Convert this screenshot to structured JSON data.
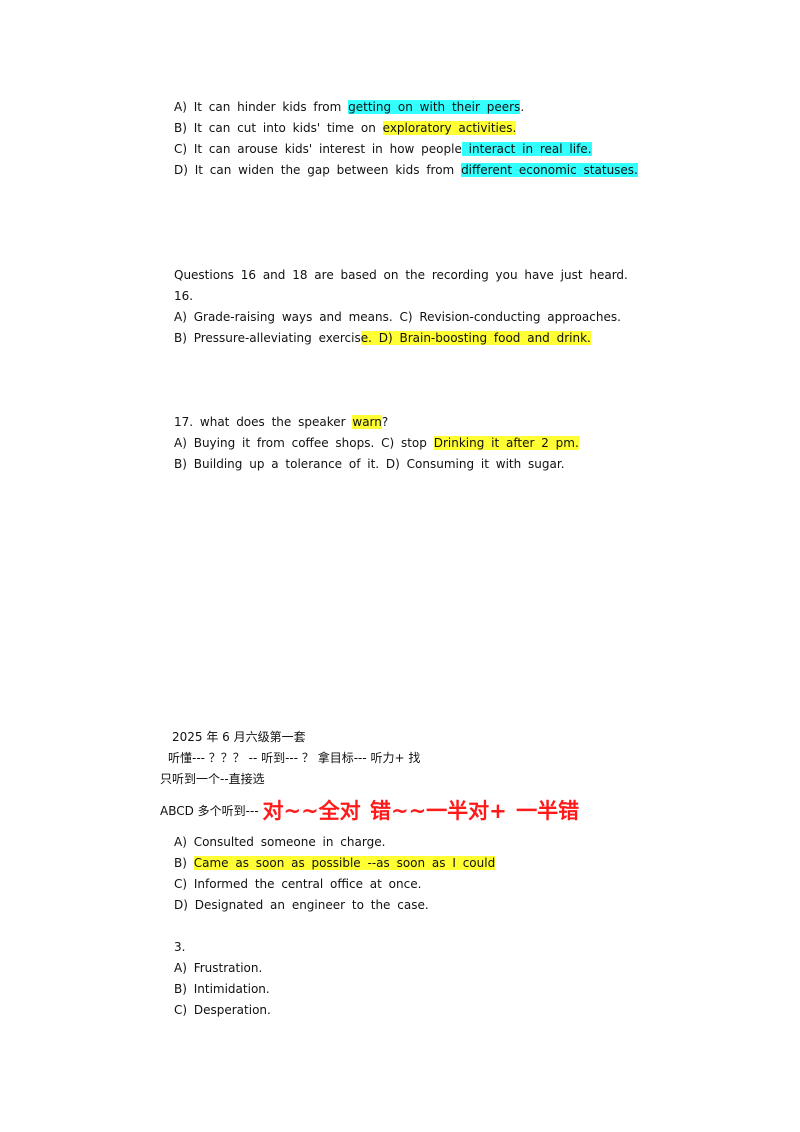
{
  "q_prev": {
    "a_pre": "A)  It  can  hinder  kids  from ",
    "a_hl": "getting  on  with  their  peers",
    "a_post": ".",
    "b_pre": "B)  It  can  cut  into  kids'  time  on ",
    "b_hl": "exploratory  activities.",
    "c_pre": "C)  It  can  arouse  kids'  interest  in  how  people",
    "c_hl": "  interact  in  real  life.",
    "d_pre": "D)  It  can  widen  the  gap  between  kids  from ",
    "d_hl": "different  economic  statuses."
  },
  "q16": {
    "intro": "Questions  16  and  18  are  based  on  the  recording  you  have  just  heard.",
    "number": "16.",
    "ac": "A)  Grade-raising  ways  and  means.  C)  Revision-conducting  approaches.",
    "b_pre": "B)  Pressure-alleviating  exercis",
    "b_hl": "e.  D)  Brain-boosting  food  and  drink."
  },
  "q17": {
    "q_pre": "17.  what  does  the  speaker  ",
    "q_hl": "warn",
    "q_post": "?",
    "ac_pre": "A)  Buying  it  from  coffee  shops.  C)  stop  ",
    "ac_hl": "Drinking  it  after  2  pm.",
    "bd": "B)  Building  up  a  tolerance  of  it.  D)  Consuming  it  with  sugar."
  },
  "notes": {
    "title": "2025 年 6 月六级第一套",
    "line1": "听懂---  ？？？   --  听到---  ？   拿目标---  听力+  找",
    "line2": "只听到一个--直接选",
    "line3_pre": "ABCD 多个听到--- ",
    "line3_big": "对~~全对  错~~一半对+  一半错"
  },
  "q2": {
    "a": "A)  Consulted  someone  in  charge.",
    "b_pre": "B) ",
    "b_hl": "Came  as  soon  as  possible  --as    soon  as    I  could",
    "c": "C)  Informed  the  central  office  at  once.",
    "d": "D)  Designated  an  engineer  to  the  case."
  },
  "q3": {
    "number": "3.",
    "a": "A)  Frustration.",
    "b": "B)  Intimidation.",
    "c": "C)  Desperation."
  },
  "colors": {
    "highlight_cyan": "#33ffff",
    "highlight_yellow": "#ffff33",
    "note_red": "#ff1a1a"
  }
}
